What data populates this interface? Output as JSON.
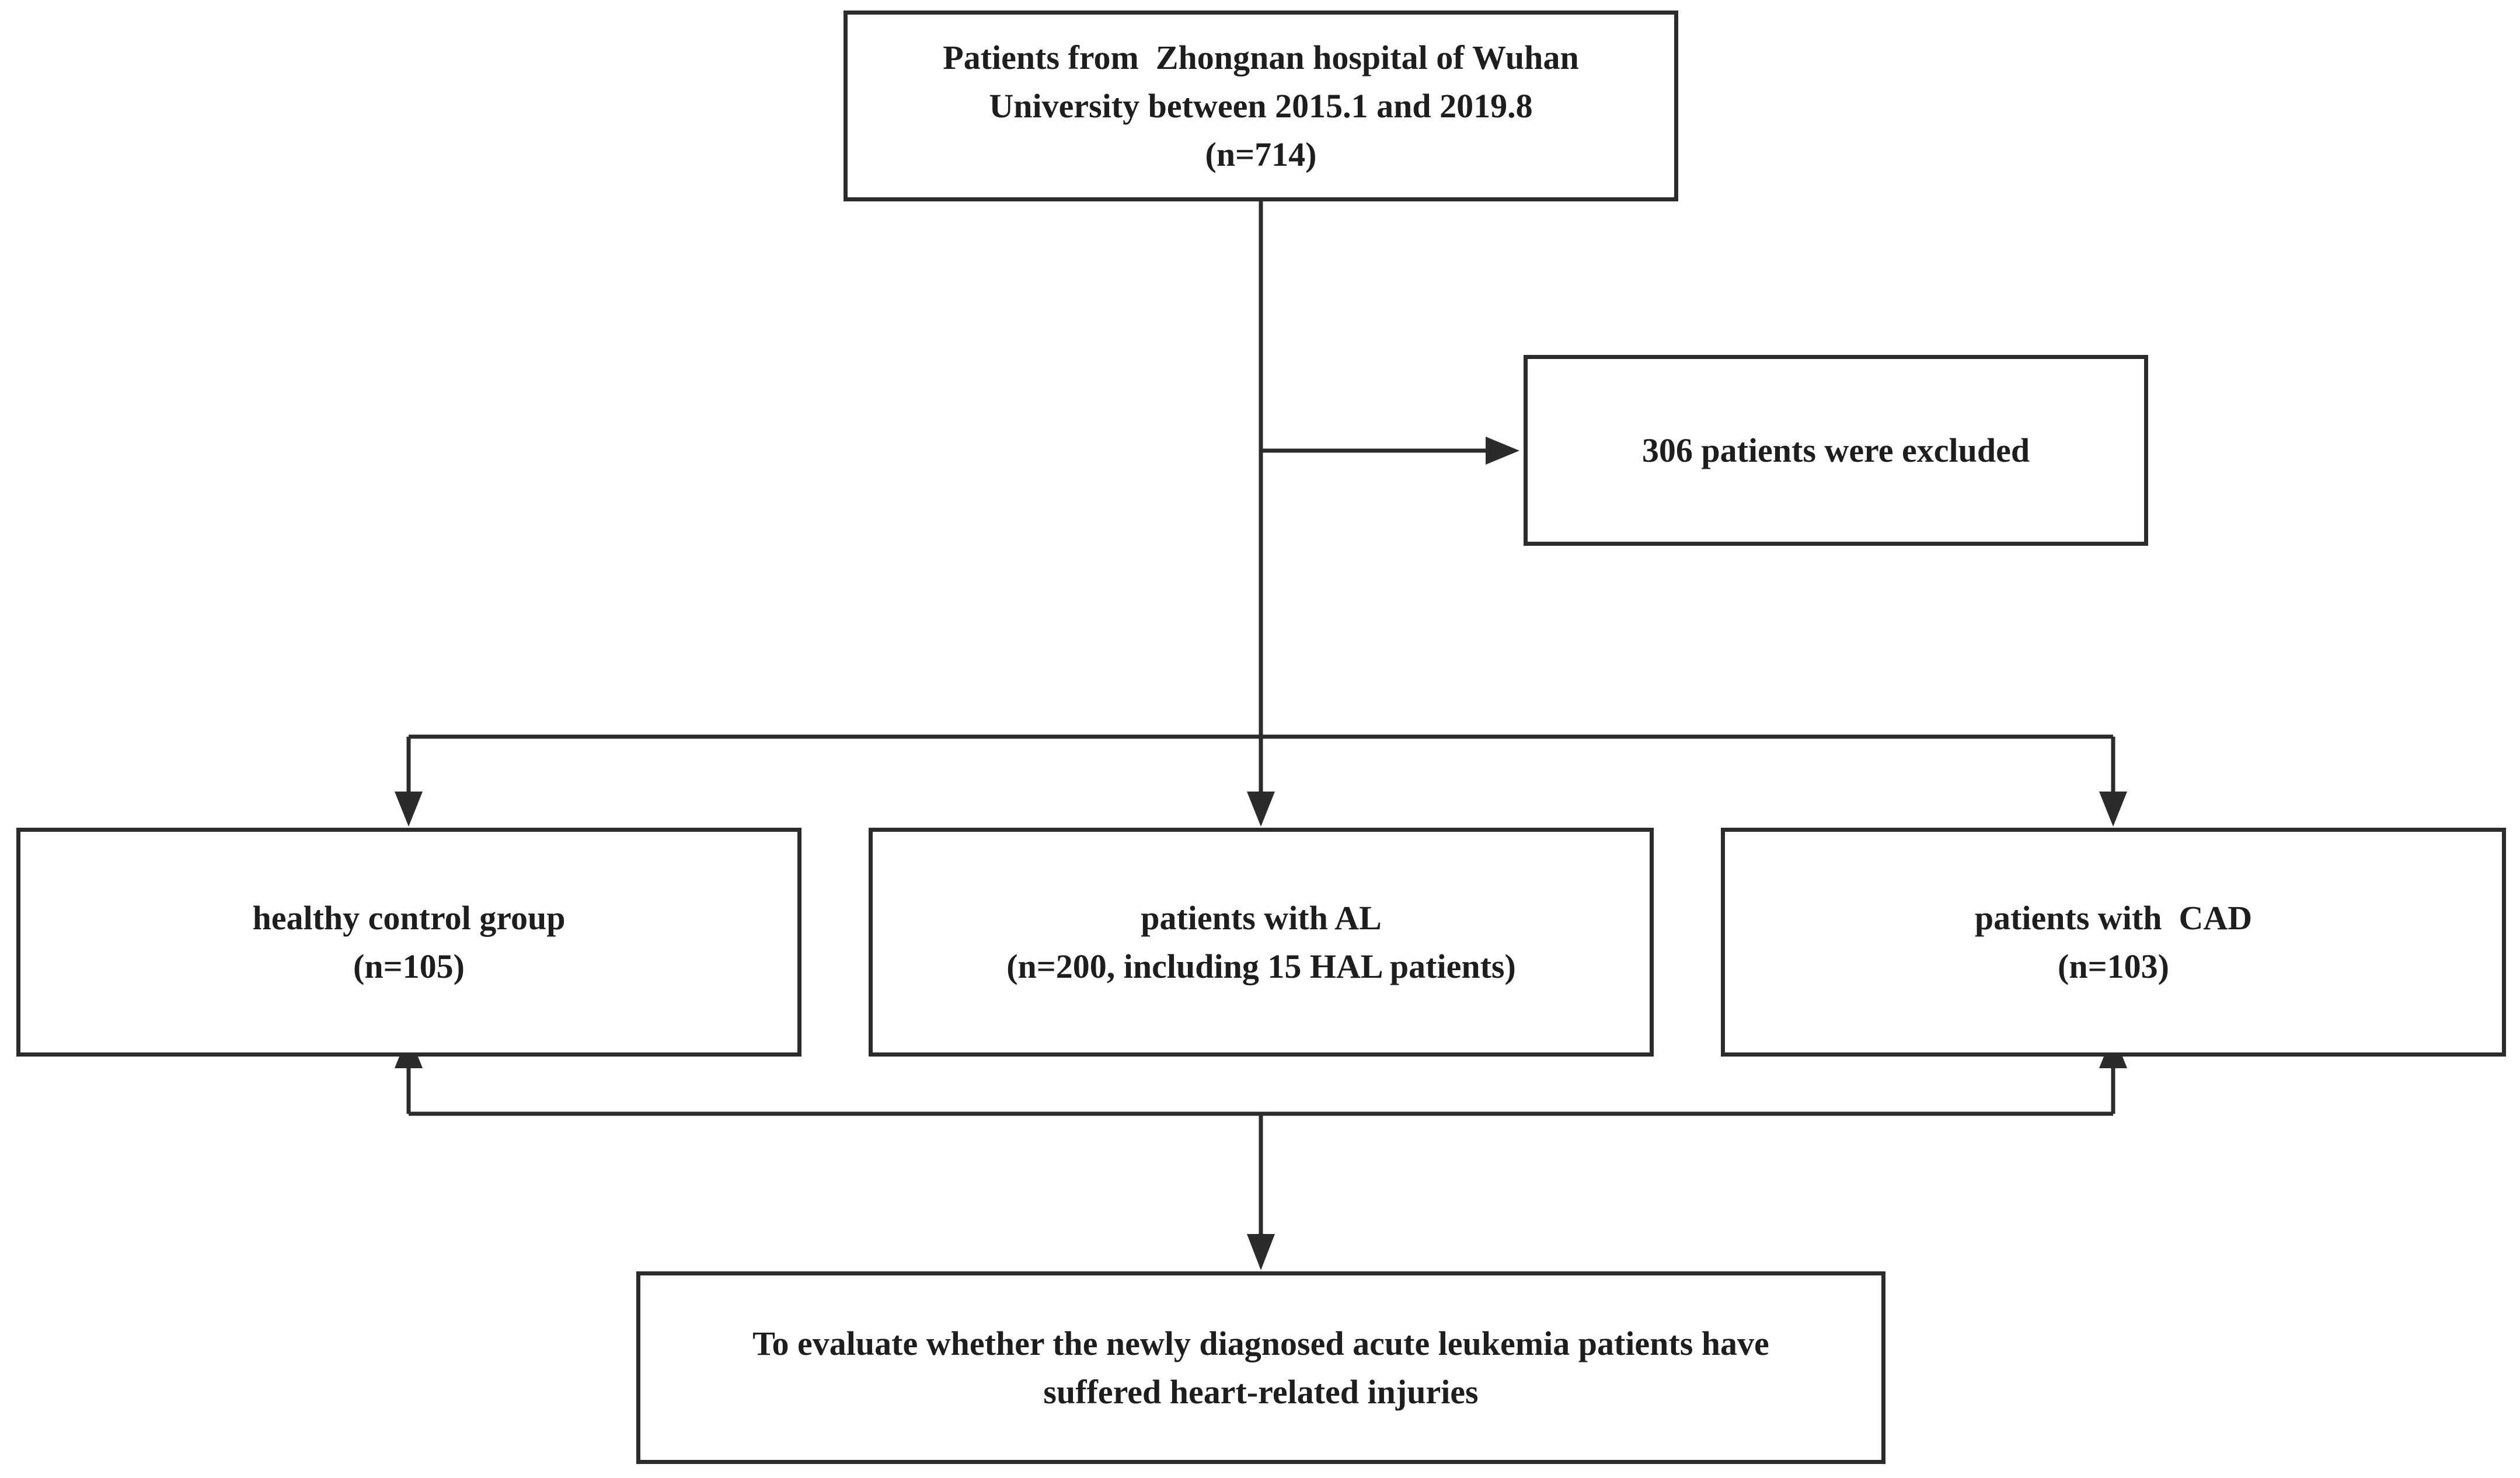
{
  "flowchart": {
    "source_box": {
      "lines": [
        "Patients from  Zhongnan hospital of Wuhan",
        "University between 2015.1 and 2019.8",
        "(n=714)"
      ]
    },
    "excluded_box": {
      "lines": [
        "306 patients were excluded"
      ]
    },
    "group_boxes": [
      {
        "lines": [
          "healthy control group",
          "(n=105)"
        ]
      },
      {
        "lines": [
          "patients with AL",
          "(n=200, including 15 HAL patients)"
        ]
      },
      {
        "lines": [
          "patients with  CAD",
          "(n=103)"
        ]
      }
    ],
    "objective_box": {
      "lines": [
        "To evaluate whether the newly diagnosed acute leukemia patients have",
        "suffered heart-related injuries"
      ]
    }
  },
  "colors": {
    "line": "#2b2b2b",
    "text": "#1e1e1e",
    "background": "#ffffff"
  }
}
